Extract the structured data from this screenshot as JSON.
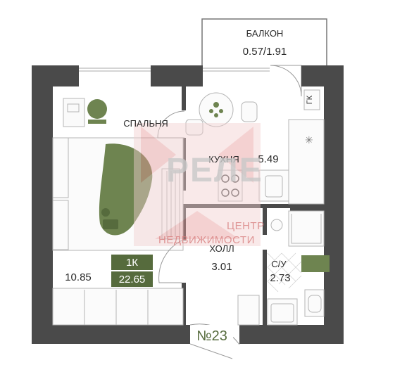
{
  "plan": {
    "colors": {
      "wall": "#4a4a4a",
      "accent": "#566b3d",
      "rug": "#6e8450",
      "watermark": "#e79a9a"
    },
    "rooms": [
      {
        "name": "БАЛКОН",
        "area": "0.57/1.91"
      },
      {
        "name": "СПАЛЬНЯ",
        "area": "10.85"
      },
      {
        "name": "КУХНЯ",
        "area": "5.49"
      },
      {
        "name": "ХОЛЛ",
        "area": "3.01"
      },
      {
        "name": "С/У",
        "area": "2.73"
      }
    ],
    "kitchen_fixture": "ГК",
    "badge": {
      "type": "1К",
      "total_area": "22.65"
    },
    "apartment_number": "№23"
  },
  "watermark": {
    "logo": "РЕЛЕ",
    "line1": "ЦЕНТР",
    "line2": "НЕДВИЖИМОСТИ"
  }
}
